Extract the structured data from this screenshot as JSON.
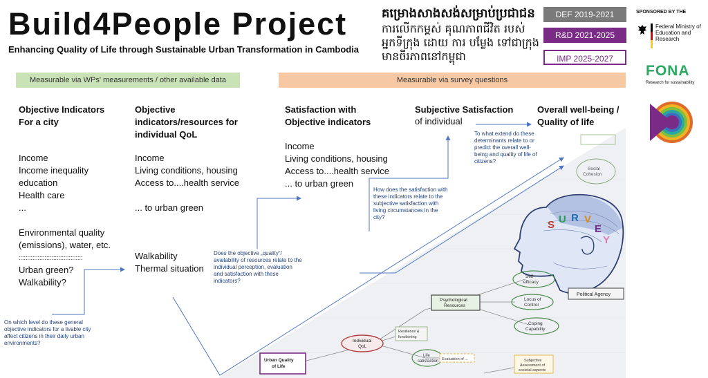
{
  "header": {
    "title": "Build4People Project",
    "subtitle": "Enhancing Quality of Life through Sustainable Urban Transformation in Cambodia",
    "khmer_line1": "គម្រោងសាងសង់សម្រាប់ប្រជាជន",
    "khmer_line2": "ការលើកកម្ពស់ គុណភាពជីវិត របស់ អ្នកទីក្រុង ដោយ ការ បម្លែង ទៅជាក្រុង មានចីរភាពនៅកម្ពុជា"
  },
  "phases": [
    "DEF 2019-2021",
    "R&D 2021-2025",
    "IMP 2025-2027"
  ],
  "sponsor": {
    "label": "SPONSORED BY THE",
    "ministry": "Federal Ministry of Education and Research",
    "fona": "FONA",
    "fona_sub": "Research for sustainability"
  },
  "bands": {
    "left": "Measurable via WPs' measurements / other available data",
    "right": "Measurable via survey questions"
  },
  "columns": {
    "c1": {
      "head": [
        "Objective Indicators",
        "For a city"
      ],
      "items": [
        "Income",
        "Income inequality",
        "education",
        "Health care",
        "...",
        "",
        "Environmental quality",
        "(emissions), water, etc.",
        ":::::::::::::::::::::::::::::::::::::",
        "Urban green?",
        "Walkability?"
      ]
    },
    "c2": {
      "head": [
        "Objective",
        "indicators/resources for",
        "individual QoL"
      ],
      "items": [
        "Income",
        "Living conditions, housing",
        "Access to....health service",
        "",
        "... to urban green"
      ],
      "items2": [
        "Walkability",
        "Thermal situation"
      ]
    },
    "c3": {
      "head": [
        "Satisfaction with",
        "Objective indicators"
      ],
      "items": [
        "Income",
        "Living conditions, housing",
        "Access to....health service",
        "... to urban green"
      ]
    },
    "c4": {
      "head": "Subjective Satisfaction",
      "sub": "of individual"
    },
    "c5": {
      "head": [
        "Overall well-being /",
        "Quality of life"
      ]
    }
  },
  "questions": {
    "q1": "On which level do these general objective indicators for a livable city affect citizens in their daily urban environments?",
    "q2": "Does the objective „quality“/ availability of resources relate to the individual perception, evaluation and satisfaction with these indicators?",
    "q3": "How does the satisfaction with these indicators relate to the subjective satisfaction with living circumstances in the city?",
    "q4": "To what extend do these determinants relate to or predict the overall well-being and quality of life of citizens?"
  },
  "mindmap": {
    "survey_word": "SURVEY",
    "nodes": {
      "social": "Social",
      "cohesion": "Cohesion",
      "self": "Self-",
      "efficacy": "efficacy",
      "locus": "Locus of",
      "control": "Control",
      "political": "Political Agency",
      "psych1": "Psychological",
      "psych2": "Resources",
      "coping1": "Coping",
      "coping2": "Capability",
      "resilience1": "Resilience &",
      "resilience2": "functioning",
      "indiv1": "Individual",
      "indiv2": "QoL",
      "urban1": "Urban Quality",
      "urban2": "of Life",
      "life1": "Life",
      "life2": "satisfaction",
      "evaluation": "Evaluation of ...",
      "subj1": "Subjective",
      "subj2": "Assessment of",
      "subj3": "societal aspects"
    }
  },
  "colors": {
    "purple": "#7a2b86",
    "green_band": "#c9e3b6",
    "orange_band": "#f6c9a4",
    "arrow_blue": "#4f77c0",
    "question_text": "#1f3f7a"
  }
}
